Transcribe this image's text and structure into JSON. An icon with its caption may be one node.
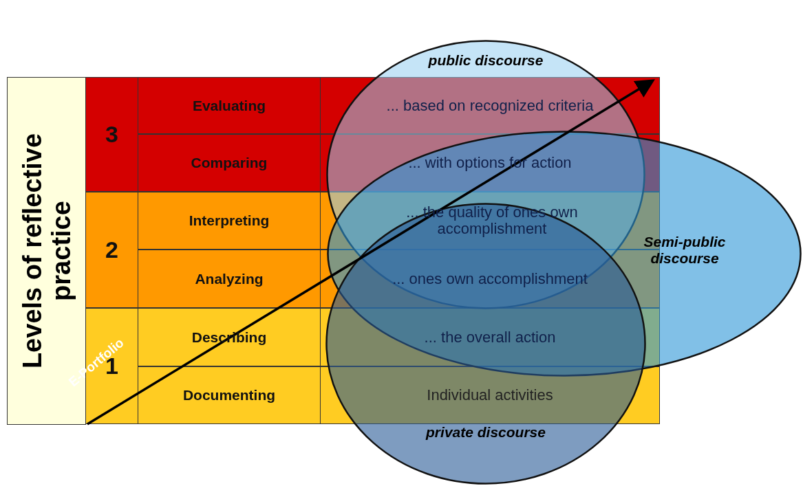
{
  "diagram": {
    "nodes": [
      {
        "text": [
          "Levels of reflective practice"
        ]
      },
      {
        "text": [
          "public discourse"
        ]
      },
      {
        "text": [
          "Semi-public discourse"
        ]
      },
      {
        "text": [
          "private discourse"
        ]
      }
    ],
    "labels": [
      "3",
      "Evaluating",
      "... based on recognized criteria",
      "Comparing",
      "... with options for action",
      "2",
      "Interpreting",
      "... the quality of ones own accomplishment",
      "Analyzing",
      "... ones own accomplishment",
      "1",
      "Describing",
      "... the overall action",
      "Documenting",
      "Individual activities",
      "E-Portfolio"
    ]
  }
}
